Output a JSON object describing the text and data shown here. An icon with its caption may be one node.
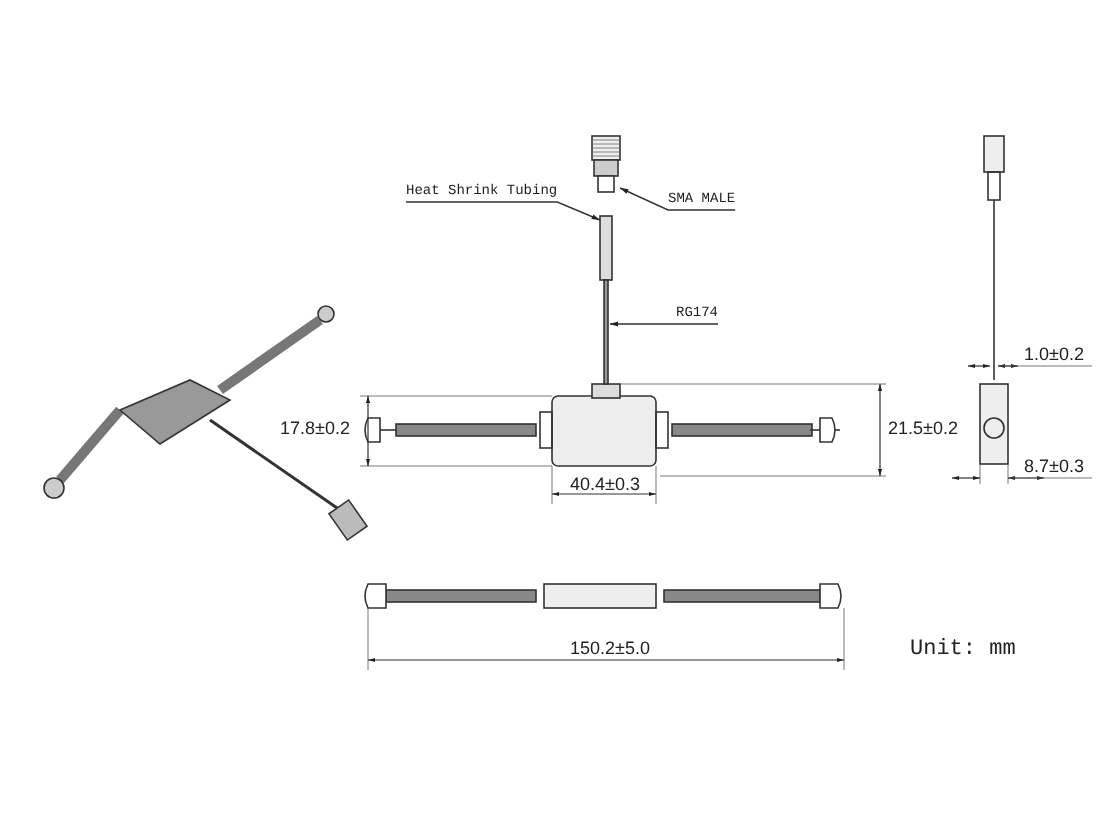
{
  "diagram": {
    "nodes": [
      {
        "text": [
          "Heat Shrink Tubing"
        ]
      },
      {
        "text": [
          "SMA MALE"
        ]
      },
      {
        "text": [
          "RG174"
        ]
      },
      {
        "text": [],
        "shape": "box"
      },
      {
        "text": [],
        "shape": "picture"
      },
      {
        "text": [],
        "shape": "bar"
      }
    ],
    "edges": [
      {
        "from": 0,
        "to": 3,
        "arrow": "to"
      },
      {
        "from": 1,
        "to": 4,
        "arrow": "to"
      },
      {
        "from": 2,
        "to": 5,
        "arrow": "to"
      }
    ],
    "labels": [
      "17.8±0.2",
      "21.5±0.2",
      "40.4±0.3",
      "1.0±0.2",
      "8.7±0.3",
      "150.2±5.0",
      "Unit: mm"
    ]
  }
}
